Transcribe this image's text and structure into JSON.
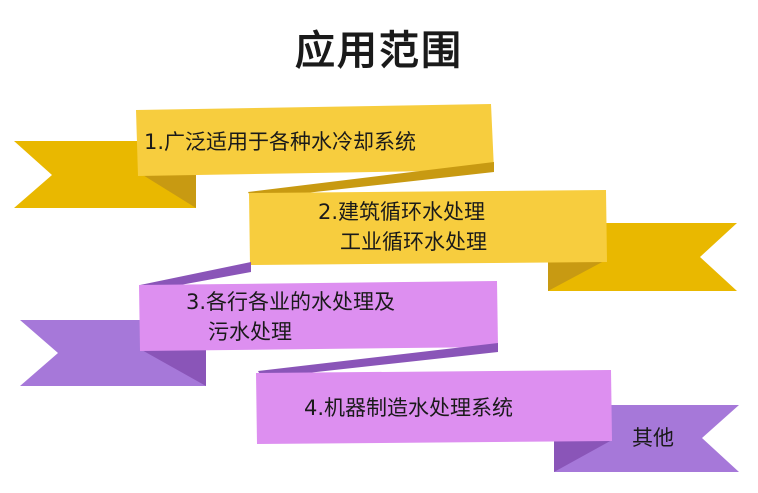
{
  "title": "应用范围",
  "colors": {
    "yellow_face": "#f7cd3e",
    "yellow_fold": "#c89a12",
    "yellow_tail": "#e9b800",
    "purple_face": "#dd8ff0",
    "purple_fold": "#8a55b8",
    "purple_tail": "#a678d9"
  },
  "ribbons": [
    {
      "lines": [
        "1.广泛适用于各种水冷却系统"
      ]
    },
    {
      "lines": [
        "2.建筑循环水处理",
        "工业循环水处理"
      ]
    },
    {
      "lines": [
        "3.各行各业的水处理及",
        "污水处理"
      ]
    },
    {
      "lines": [
        "4.机器制造水处理系统"
      ]
    }
  ],
  "tail_note": "其他"
}
